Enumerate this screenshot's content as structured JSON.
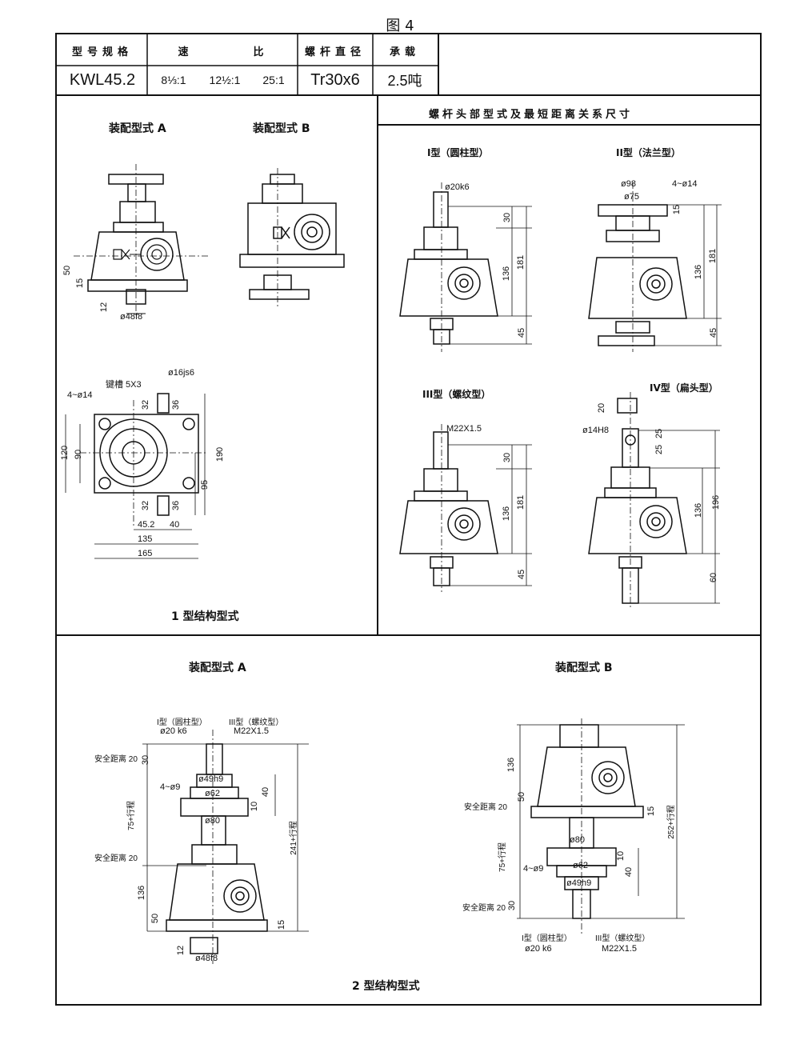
{
  "figure_title": "图 4",
  "spec_table": {
    "headers": {
      "model": "型号规格",
      "ratio_left": "速",
      "ratio_right": "比",
      "screw_dia": "螺杆直径",
      "load": "承载"
    },
    "values": {
      "model": "KWL45.2",
      "ratio_1": "8⅓:1",
      "ratio_2": "12½:1",
      "ratio_3": "25:1",
      "screw_dia": "Tr30x6",
      "load": "2.5吨"
    }
  },
  "section1": {
    "assembly_a": "装配型式 A",
    "assembly_b": "装配型式 B",
    "caption": "1 型结构型式",
    "dims_front": {
      "d50": "50",
      "d15": "15",
      "d12": "12",
      "shaft": "ø48f8"
    },
    "dims_top": {
      "key": "键槽 5X3",
      "shaft16": "ø16js6",
      "holes": "4~ø14",
      "d32a": "32",
      "d36a": "36",
      "d120": "120",
      "d90": "90",
      "d190": "190",
      "d95": "95",
      "d32b": "32",
      "d36b": "36",
      "d45_2": "45.2",
      "d40": "40",
      "d135": "135",
      "d165": "165"
    }
  },
  "head_types": {
    "heading": "螺杆头部型式及最短距离关系尺寸",
    "type1": {
      "label": "I型（圆柱型）",
      "dia": "ø20k6",
      "d30": "30",
      "d181": "181",
      "d136": "136",
      "d45": "45"
    },
    "type2": {
      "label": "II型（法兰型）",
      "dia98": "ø98",
      "dia75": "ø75",
      "holes": "4~ø14",
      "d15": "15",
      "d181": "181",
      "d136": "136",
      "d45": "45"
    },
    "type3": {
      "label": "III型（螺纹型）",
      "thread": "M22X1.5",
      "d30": "30",
      "d181": "181",
      "d136": "136",
      "d45": "45"
    },
    "type4": {
      "label": "IV型（扁头型）",
      "d20": "20",
      "hole": "ø14H8",
      "d25a": "25",
      "d25b": "25",
      "d196": "196",
      "d136": "136",
      "d60": "60"
    }
  },
  "section2": {
    "assembly_a": "装配型式 A",
    "assembly_b": "装配型式 B",
    "caption": "2 型结构型式",
    "left": {
      "type1": "I型（圆柱型）",
      "dia20": "ø20 k6",
      "type3": "III型（螺纹型）",
      "thread": "M22X1.5",
      "travel_top": "安全距离 20",
      "d30": "30",
      "dia49": "ø49h9",
      "holes": "4~ø9",
      "dia62": "ø62",
      "d40": "40",
      "d10": "10",
      "stroke": "75+行程",
      "dia80": "ø80",
      "travel_bottom": "安全距离 20",
      "total": "241+行程",
      "d136": "136",
      "d50": "50",
      "d15": "15",
      "d12": "12",
      "shaft": "ø48f8"
    },
    "right": {
      "d136": "136",
      "d50": "50",
      "d15": "15",
      "travel_top": "安全距离 20",
      "dia80": "ø80",
      "stroke": "75+行程",
      "total": "252+行程",
      "holes": "4~ø9",
      "dia62": "ø62",
      "d40": "40",
      "dia49": "ø49h9",
      "d10": "10",
      "travel_bottom": "安全距离 20",
      "d30": "30",
      "type1": "I型（圆柱型）",
      "dia20": "ø20 k6",
      "type3": "III型（螺纹型）",
      "thread": "M22X1.5"
    }
  }
}
